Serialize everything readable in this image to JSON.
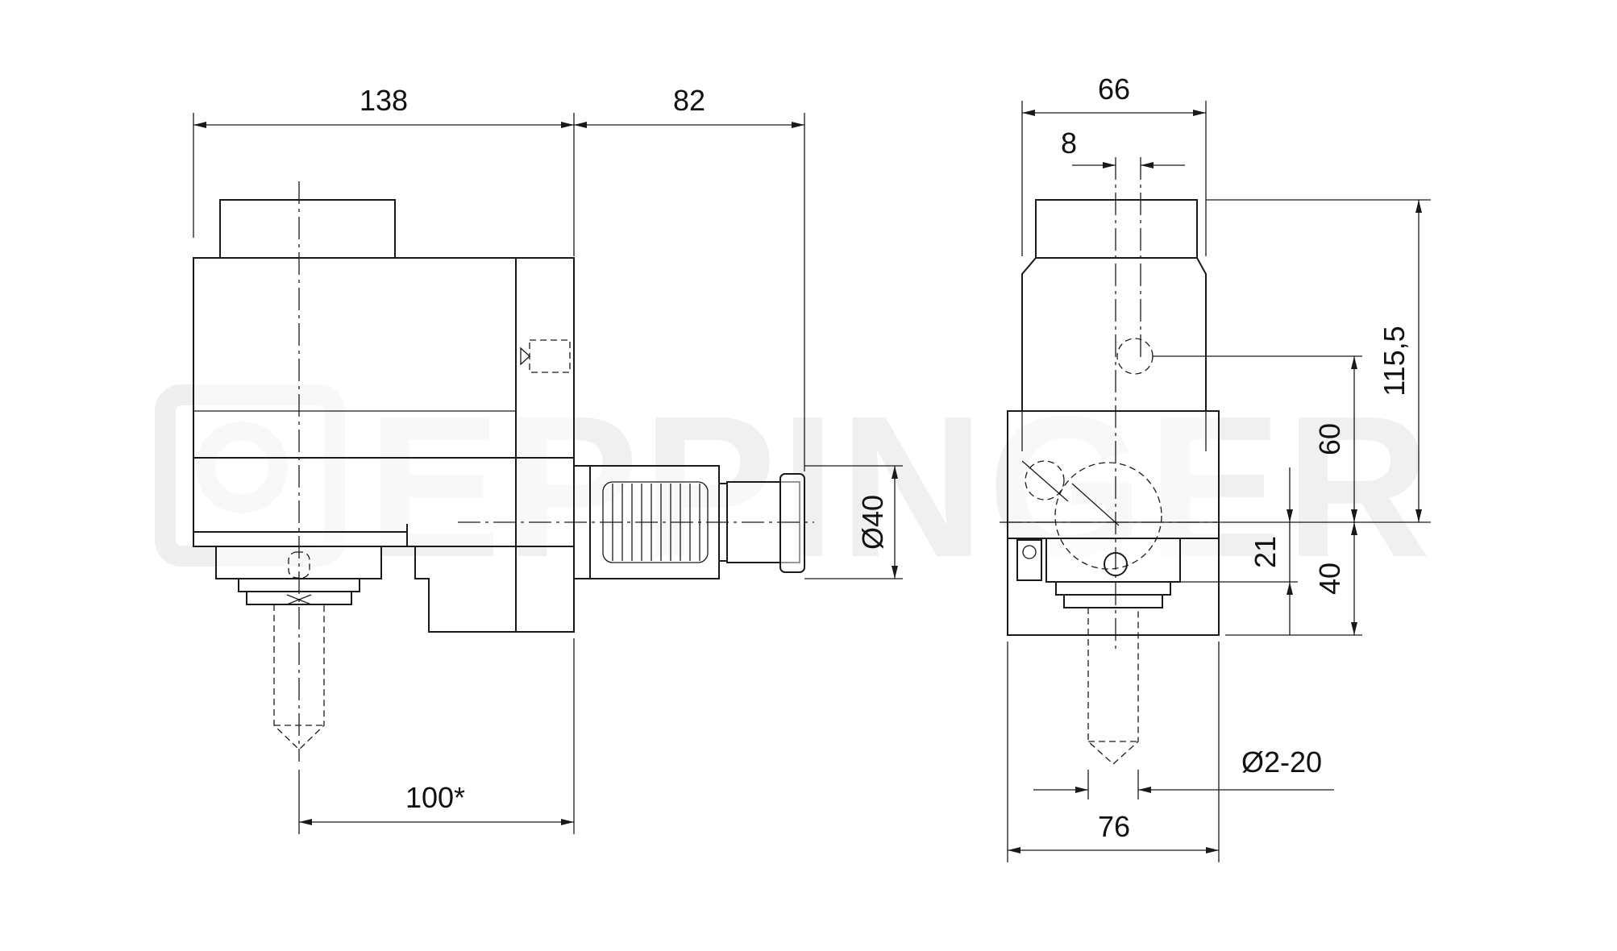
{
  "watermark": "EPPINGER",
  "side_view": {
    "dim_width_top": "138",
    "dim_shaft_length": "82",
    "dim_bottom_offset": "100*",
    "dim_shaft_diameter": "Ø40"
  },
  "front_view": {
    "dim_width_top": "66",
    "dim_offset": "8",
    "dim_total_height": "115,5",
    "dim_height_60": "60",
    "dim_height_21": "21",
    "dim_height_40": "40",
    "dim_collet_range": "Ø2-20",
    "dim_width_bottom": "76"
  }
}
